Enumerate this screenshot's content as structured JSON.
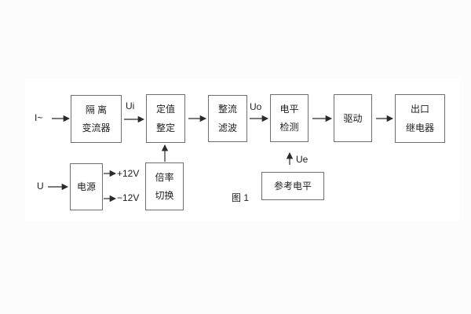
{
  "figure": {
    "caption": "图 1"
  },
  "signals": {
    "input_current": "I~",
    "input_voltage": "U",
    "ui": "Ui",
    "uo": "Uo",
    "ue": "Ue",
    "plus12": "+12V",
    "minus12": "−12V"
  },
  "blocks": {
    "isolation": {
      "line1": "隔 离",
      "line2": "变流器"
    },
    "setting": {
      "line1": "定值",
      "line2": "整定"
    },
    "rectifier": {
      "line1": "整流",
      "line2": "滤波"
    },
    "level": {
      "line1": "电平",
      "line2": "检测"
    },
    "driver": {
      "line1": "驱动"
    },
    "output": {
      "line1": "出口",
      "line2": "继电器"
    },
    "power": {
      "line1": "电源"
    },
    "ratio": {
      "line1": "倍率",
      "line2": "切换"
    },
    "reference": {
      "line1": "参考电平"
    }
  },
  "colors": {
    "page_background": "#fcfcfc",
    "panel_background": "#ffffff",
    "block_border": "#6f6f6f",
    "text": "#1d1d1d",
    "arrow": "#2a2a2a"
  }
}
